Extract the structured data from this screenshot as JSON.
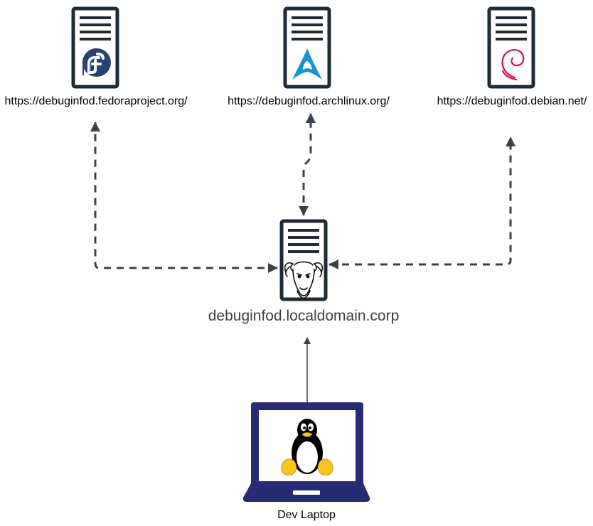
{
  "colors": {
    "server_outline": "#1f2a36",
    "connector": "#3a414a",
    "laptop_frame": "#262b73",
    "fedora_blue": "#294172",
    "fedora_light": "#3c6eb4",
    "arch_blue": "#1793d1",
    "debian_red": "#d70a53",
    "tux_yellow": "#f8c51c"
  },
  "nodes": {
    "fedora": {
      "label": "https://debuginfod.fedoraproject.org/",
      "icon": "fedora-logo"
    },
    "arch": {
      "label": "https://debuginfod.archlinux.org/",
      "icon": "arch-linux-logo"
    },
    "debian": {
      "label": "https://debuginfod.debian.net/",
      "icon": "debian-swirl-logo"
    },
    "local": {
      "label": "debuginfod.localdomain.corp",
      "icon": "gnu-head-logo"
    },
    "laptop": {
      "label": "Dev Laptop",
      "icon": "tux-penguin-logo"
    }
  },
  "edges": [
    {
      "from": "local",
      "to": "fedora",
      "style": "dashed",
      "bidirectional": true
    },
    {
      "from": "local",
      "to": "arch",
      "style": "dashed",
      "bidirectional": true
    },
    {
      "from": "local",
      "to": "debian",
      "style": "dashed",
      "bidirectional": true
    },
    {
      "from": "laptop",
      "to": "local",
      "style": "solid",
      "bidirectional": false
    }
  ]
}
